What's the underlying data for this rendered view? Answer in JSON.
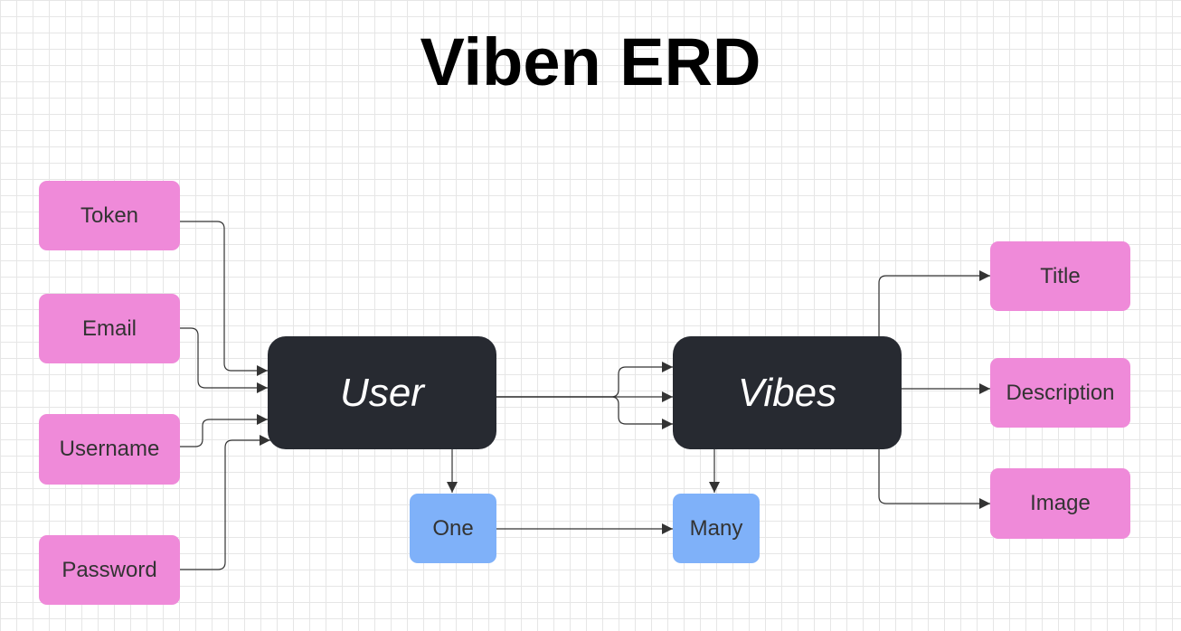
{
  "title": "Viben ERD",
  "colors": {
    "attribute": "#ef8ad9",
    "entity": "#272a31",
    "cardinality": "#7fb1f9",
    "connector": "#333333"
  },
  "entities": {
    "user": "User",
    "vibes": "Vibes"
  },
  "user_attributes": {
    "token": "Token",
    "email": "Email",
    "username": "Username",
    "password": "Password"
  },
  "vibes_attributes": {
    "title": "Title",
    "description": "Description",
    "image": "Image"
  },
  "cardinality": {
    "one": "One",
    "many": "Many"
  }
}
